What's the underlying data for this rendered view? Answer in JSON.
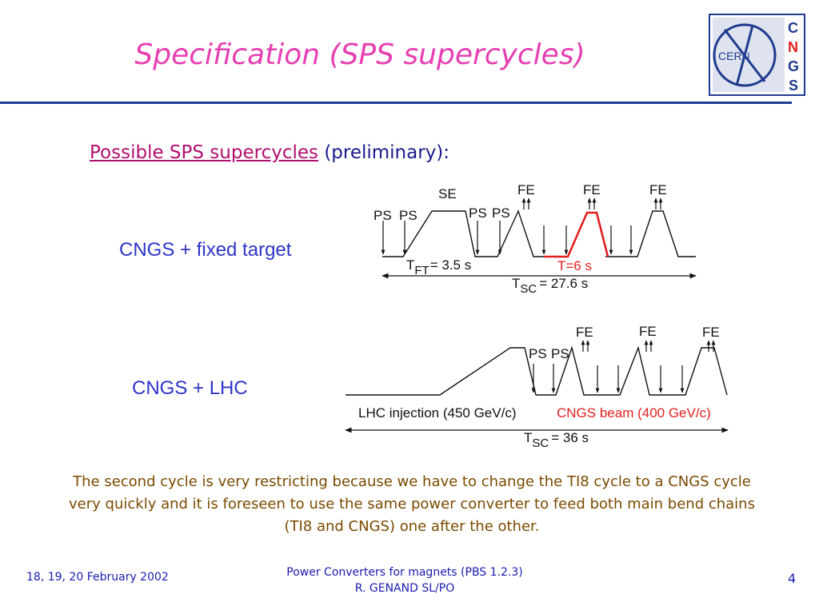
{
  "title": "Specification (SPS supercycles)",
  "logo": {
    "cern_text": "CERN",
    "cngs_letters": [
      "C",
      "N",
      "G",
      "S"
    ]
  },
  "subtitle": {
    "underlined": "Possible SPS supercycles",
    "rest": "(preliminary):"
  },
  "diagram1": {
    "label": "CNGS + fixed target",
    "ps1": "PS",
    "ps2": "PS",
    "se": "SE",
    "ps3": "PS",
    "ps4": "PS",
    "fe1": "FE",
    "fe2": "FE",
    "fe3": "FE",
    "tft_t": "T",
    "tft_sub": "FT",
    "tft_val": "= 3.5 s",
    "t6": "T=6 s",
    "tsc_t": "T",
    "tsc_sub": "SC",
    "tsc_val": "= 27.6 s"
  },
  "diagram2": {
    "label": "CNGS + LHC",
    "ps1": "PS",
    "ps2": "PS",
    "fe1": "FE",
    "fe2": "FE",
    "fe3": "FE",
    "lhc_inj": "LHC injection (450 GeV/c)",
    "cngs_beam": "CNGS beam (400 GeV/c)",
    "tsc_t": "T",
    "tsc_sub": "SC",
    "tsc_val": "= 36 s"
  },
  "note": "The second cycle is very restricting because we have to change the TI8 cycle to a CNGS cycle very quickly and it is foreseen to use the same power converter to feed both main bend chains (TI8 and CNGS) one after the other.",
  "footer": {
    "date": "18, 19, 20 February 2002",
    "line1": "Power Converters for magnets (PBS 1.2.3)",
    "line2": "R. GENAND SL/PO",
    "page": "4"
  },
  "colors": {
    "title": "#e63fb2",
    "rule": "#1f3a8f",
    "label_blue": "#2e35c7",
    "highlight_red": "#e0201f",
    "note_brown": "#7a4a00"
  }
}
